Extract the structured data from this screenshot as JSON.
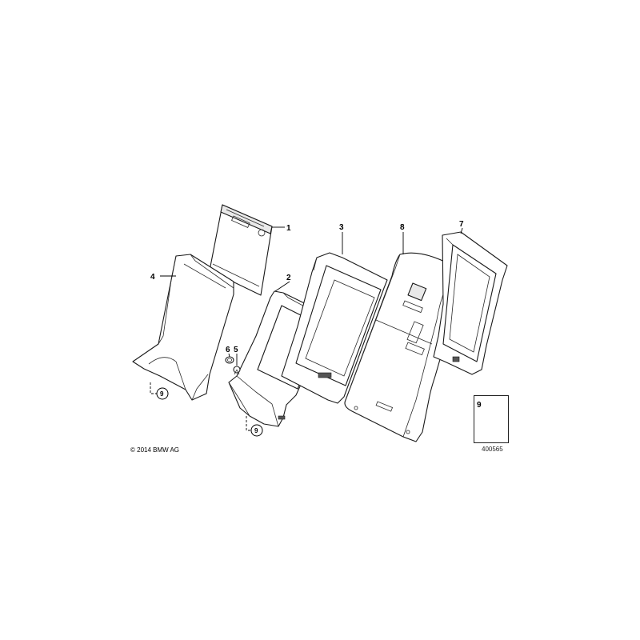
{
  "callouts": [
    {
      "id": "1",
      "label": "1"
    },
    {
      "id": "2",
      "label": "2"
    },
    {
      "id": "3",
      "label": "3"
    },
    {
      "id": "4",
      "label": "4"
    },
    {
      "id": "5",
      "label": "5"
    },
    {
      "id": "6",
      "label": "6"
    },
    {
      "id": "7",
      "label": "7"
    },
    {
      "id": "8",
      "label": "8"
    }
  ],
  "references": [
    {
      "label": "9"
    },
    {
      "label": "9"
    }
  ],
  "legend": {
    "number": "9"
  },
  "footer": {
    "copyright": "© 2014 BMW AG",
    "diagram_id": "400565"
  },
  "colors": {
    "line": "#1a1a1a",
    "background": "#ffffff"
  }
}
